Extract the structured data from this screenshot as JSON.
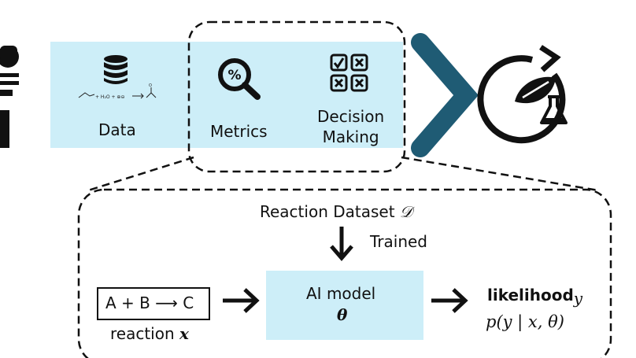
{
  "pipeline": {
    "data_label": "Data",
    "metrics_label": "Metrics",
    "decision_label": "Decision\nMaking",
    "data_icon": "database-icon",
    "metrics_icon": "percent-magnifier-icon",
    "decision_icon": "checkbox-grid-icon",
    "reaction_sketch_icon": "reaction-scheme-icon",
    "arrow_icon": "chevron-right-icon",
    "cycle_icon": "sustainability-cycle-icon",
    "side_icon": "person-robot-icon",
    "band_color": "#cdeef8",
    "chevron_color": "#1f5b74"
  },
  "detail": {
    "dataset_prefix": "Reaction Dataset ",
    "dataset_symbol": "𝒟",
    "trained_label": "Trained",
    "reaction_box_text": "A + B ⟶ C",
    "reaction_caption": "reaction ",
    "reaction_symbol": "x",
    "model_label": "AI model",
    "model_symbol": "θ",
    "likelihood_label": "likelihood",
    "likelihood_subscript": "y",
    "likelihood_formula": "p(y | x, θ)"
  }
}
